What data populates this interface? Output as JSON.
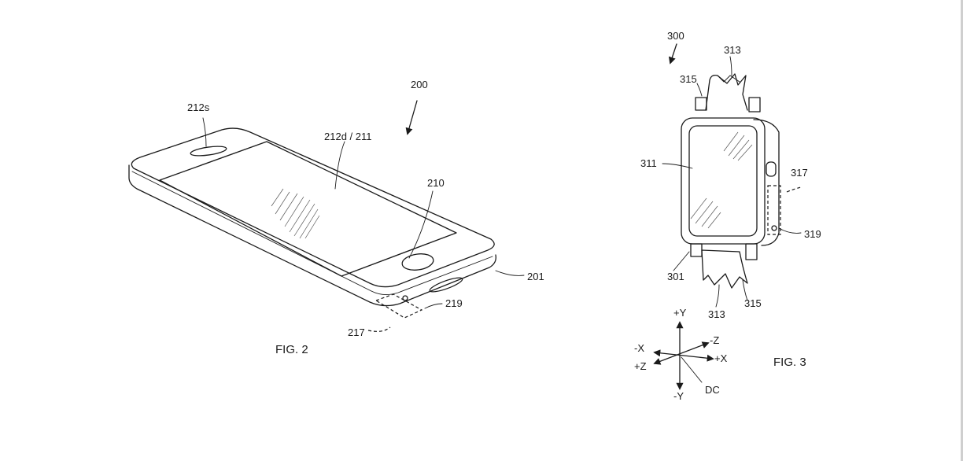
{
  "fig2": {
    "caption": "FIG. 2",
    "labels": {
      "ref_200": "200",
      "ref_212s": "212s",
      "ref_212d_211": "212d / 211",
      "ref_210": "210",
      "ref_201": "201",
      "ref_219": "219",
      "ref_217": "217"
    }
  },
  "fig3": {
    "caption": "FIG. 3",
    "labels": {
      "ref_300": "300",
      "ref_313_top": "313",
      "ref_315_top": "315",
      "ref_311": "311",
      "ref_317": "317",
      "ref_319": "319",
      "ref_301": "301",
      "ref_313_bottom": "313",
      "ref_315_bottom": "315"
    },
    "axes": {
      "plus_y": "+Y",
      "minus_y": "-Y",
      "plus_x": "+X",
      "minus_x": "-X",
      "plus_z": "+Z",
      "minus_z": "-Z",
      "dc": "DC"
    }
  }
}
